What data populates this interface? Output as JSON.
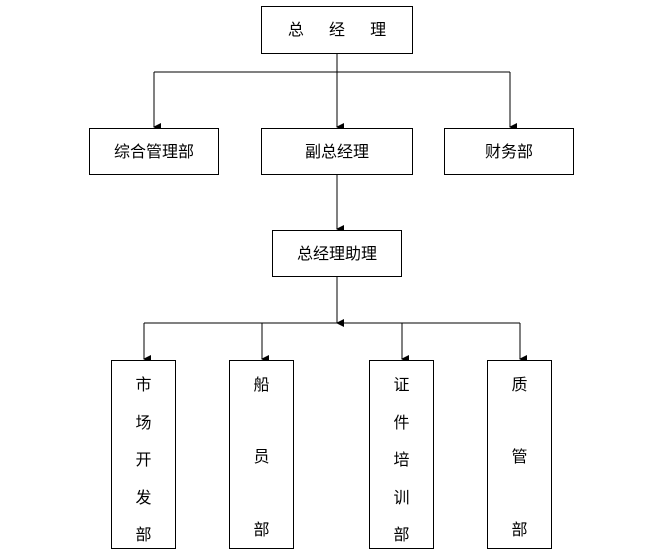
{
  "chart": {
    "general_manager": "总 经 理",
    "admin_dept": "综合管理部",
    "deputy_gm": "副总经理",
    "finance_dept": "财务部",
    "gm_assistant": "总经理助理",
    "departments": [
      {
        "chars": [
          "市",
          "场",
          "开",
          "发",
          "部"
        ]
      },
      {
        "chars": [
          "船",
          "员",
          "部"
        ]
      },
      {
        "chars": [
          "证",
          "件",
          "培",
          "训",
          "部"
        ]
      },
      {
        "chars": [
          "质",
          "管",
          "部"
        ]
      }
    ]
  }
}
